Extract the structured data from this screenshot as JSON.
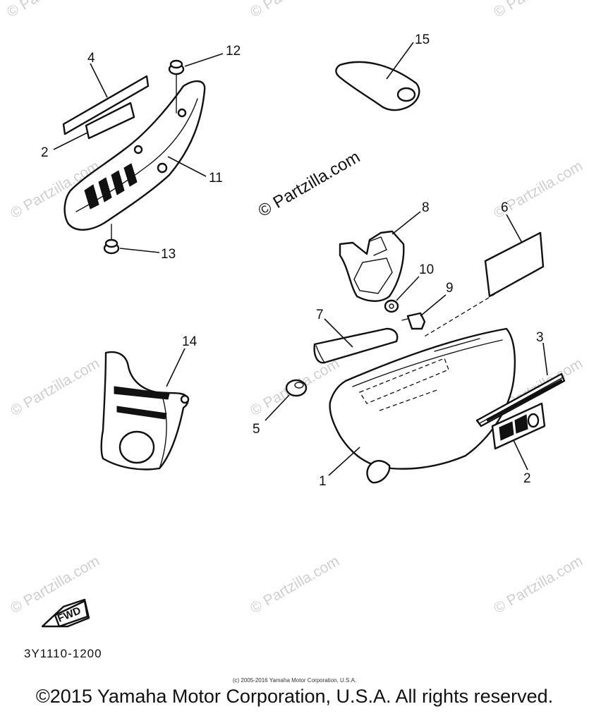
{
  "watermark": {
    "text": "© Partzilla.com"
  },
  "callouts": {
    "p1": "1",
    "p2a": "2",
    "p2b": "2",
    "p3": "3",
    "p4": "4",
    "p5": "5",
    "p6": "6",
    "p7": "7",
    "p8": "8",
    "p9": "9",
    "p10": "10",
    "p11": "11",
    "p12": "12",
    "p13": "13",
    "p14": "14",
    "p15": "15"
  },
  "fwd_label": "FWD",
  "drawing_number": "3Y1110-1200",
  "copyright_small": "(c) 2005-2016 Yamaha Motor Corporation, U.S.A.",
  "copyright_main": "©2015 Yamaha Motor Corporation, U.S.A. All rights reserved."
}
